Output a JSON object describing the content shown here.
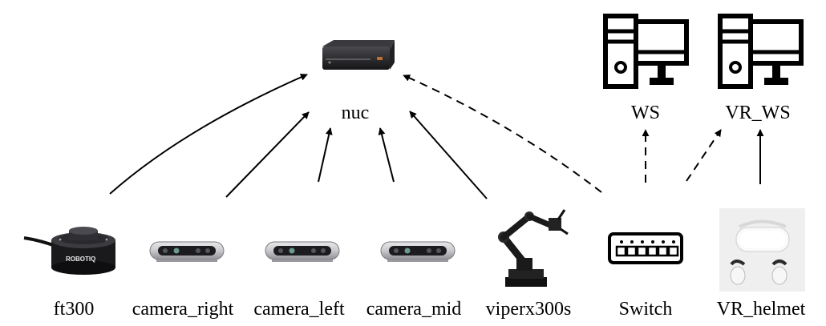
{
  "nodes": {
    "nuc": "nuc",
    "ws": "WS",
    "vr_ws": "VR_WS",
    "ft300": "ft300",
    "camera_right": "camera_right",
    "camera_left": "camera_left",
    "camera_mid": "camera_mid",
    "viperx300s": "viperx300s",
    "switch": "Switch",
    "vr_helmet": "VR_helmet"
  },
  "logos": {
    "robotiq": "ROBOTIQ"
  },
  "edges": [
    {
      "from": "ft300",
      "to": "nuc",
      "style": "solid"
    },
    {
      "from": "camera_right",
      "to": "nuc",
      "style": "solid"
    },
    {
      "from": "camera_left",
      "to": "nuc",
      "style": "solid"
    },
    {
      "from": "camera_mid",
      "to": "nuc",
      "style": "solid"
    },
    {
      "from": "viperx300s",
      "to": "nuc",
      "style": "solid"
    },
    {
      "from": "switch",
      "to": "nuc",
      "style": "dashed"
    },
    {
      "from": "switch",
      "to": "ws",
      "style": "dashed"
    },
    {
      "from": "switch",
      "to": "vr_ws",
      "style": "dashed"
    },
    {
      "from": "vr_helmet",
      "to": "vr_ws",
      "style": "solid"
    }
  ],
  "icons": {
    "nuc": "mini-pc-icon",
    "ws": "desktop-computer-icon",
    "vr_ws": "desktop-computer-icon",
    "ft300": "force-torque-sensor-icon",
    "cameras": "depth-camera-icon",
    "viperx300s": "robot-arm-icon",
    "switch": "network-switch-icon",
    "vr_helmet": "vr-headset-icon"
  }
}
